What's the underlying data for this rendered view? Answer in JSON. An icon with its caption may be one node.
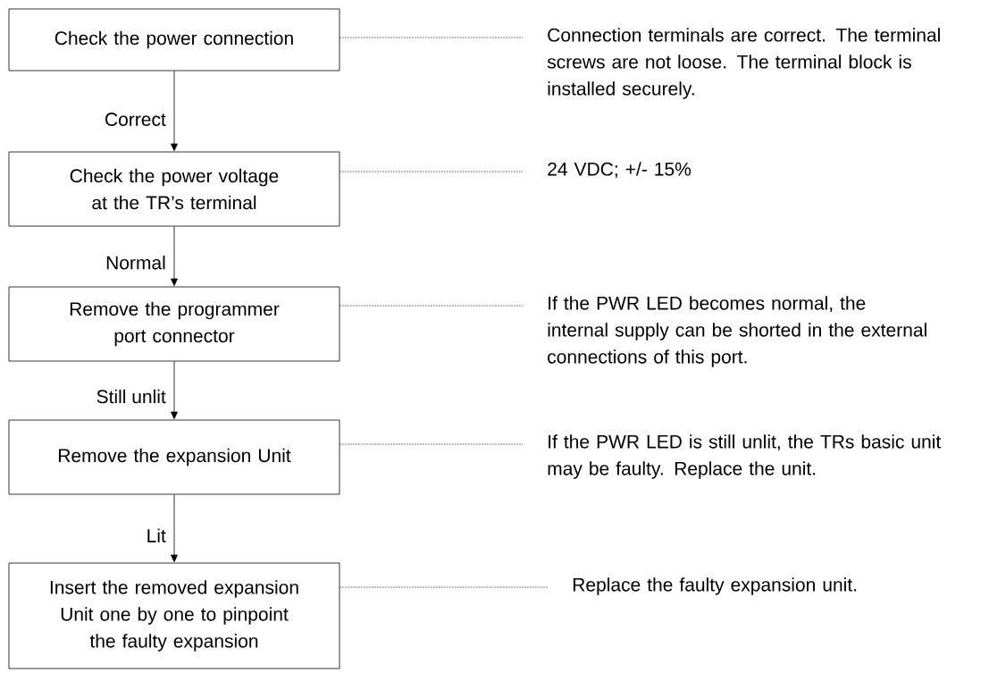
{
  "diagram": {
    "nodes": [
      {
        "text": [
          "Check the power connection"
        ]
      },
      {
        "text": [
          "Check the power voltage at the TR’s terminal"
        ]
      },
      {
        "text": [
          "Remove the programmer port connector"
        ]
      },
      {
        "text": [
          "Remove the expansion Unit"
        ]
      },
      {
        "text": [
          "Insert the removed expansion Unit one by one to pinpoint the faulty expansion"
        ]
      },
      {
        "text": [
          "Connection terminals are correct. The terminal screws are not loose. The terminal block is installed securely."
        ]
      },
      {
        "text": [
          "24 VDC; +/- 15%"
        ]
      },
      {
        "text": [
          "If the PWR LED becomes normal, the internal supply can be shorted in the external connections of this port."
        ]
      },
      {
        "text": [
          "If the PWR LED is still unlit, the TRs basic unit may be faulty. Replace the unit."
        ]
      },
      {
        "text": [
          "Replace the faulty expansion unit."
        ]
      }
    ],
    "edges": [
      {
        "from": 0,
        "to": 1,
        "arrow": "to",
        "label": "Correct"
      },
      {
        "from": 1,
        "to": 2,
        "arrow": "to",
        "label": "Normal"
      },
      {
        "from": 2,
        "to": 3,
        "arrow": "to",
        "label": "Still unlit"
      },
      {
        "from": 3,
        "to": 4,
        "arrow": "to",
        "label": "Lit"
      },
      {
        "from": 0,
        "to": 5,
        "arrow": "none",
        "style": "dashed"
      },
      {
        "from": 1,
        "to": 6,
        "arrow": "none",
        "style": "dashed"
      },
      {
        "from": 2,
        "to": 7,
        "arrow": "none",
        "style": "dashed"
      },
      {
        "from": 3,
        "to": 8,
        "arrow": "none",
        "style": "dashed"
      },
      {
        "from": 4,
        "to": 9,
        "arrow": "none",
        "style": "dashed"
      }
    ]
  }
}
